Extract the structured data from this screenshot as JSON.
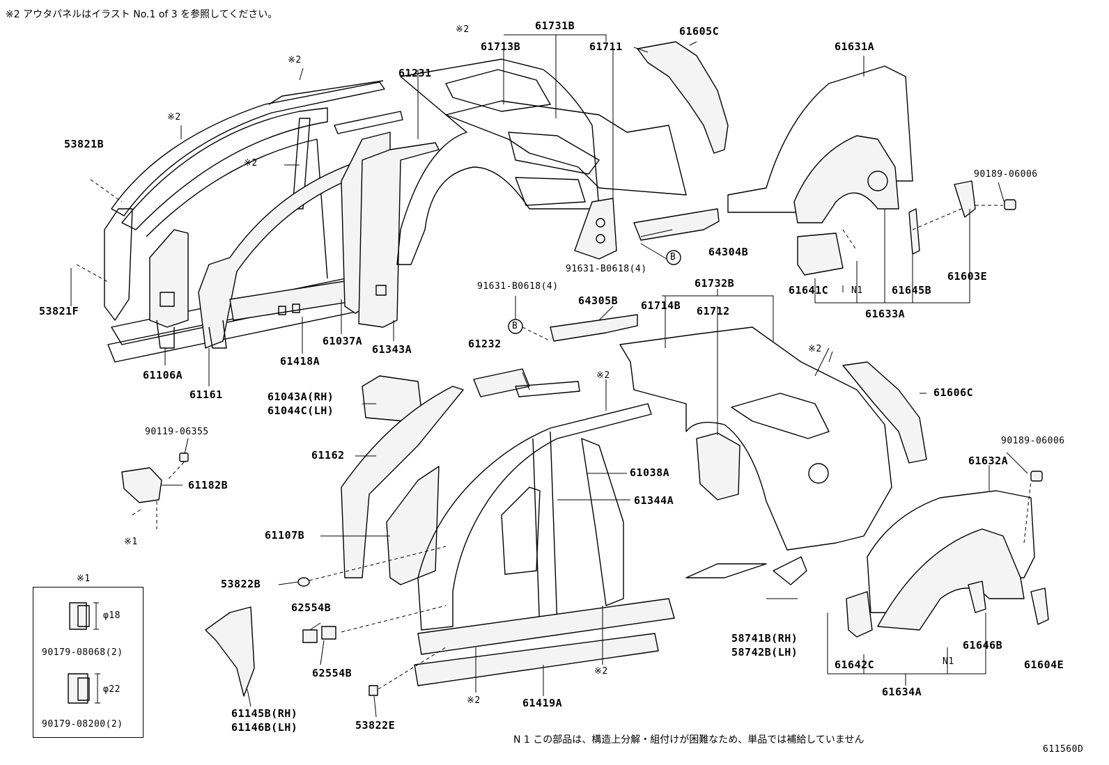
{
  "header_note": "※2 アウタパネルはイラスト No.1 of 3 を参照してください。",
  "footer_note": "N 1 この部品は、構造上分解・組付けが困難なため、単品では補給していません",
  "figure_code": "611560D",
  "marker_b": "B",
  "legend": {
    "title": "※1",
    "items": [
      {
        "diameter": "φ18",
        "part": "90179-08068(2)"
      },
      {
        "diameter": "φ22",
        "part": "90179-08200(2)"
      }
    ]
  },
  "labels": {
    "p53821B": "53821B",
    "p53821F": "53821F",
    "p61106A": "61106A",
    "p61161": "61161",
    "p61418A": "61418A",
    "p61037A": "61037A",
    "p61343A": "61343A",
    "p61231": "61231",
    "p61731B": "61731B",
    "p61713B": "61713B",
    "p61711": "61711",
    "p61605C": "61605C",
    "p61631A": "61631A",
    "p90189_06006a": "90189-06006",
    "p64304B": "64304B",
    "p91631a": "91631-B0618(4)",
    "p91631b": "91631-B0618(4)",
    "p64305B": "64305B",
    "p61732B": "61732B",
    "p61714B": "61714B",
    "p61712": "61712",
    "p61641C": "61641C",
    "pN1a": "N1",
    "p61645B": "61645B",
    "p61603E": "61603E",
    "p61633A": "61633A",
    "p61232": "61232",
    "p61043A": "61043A(RH)",
    "p61044C": "61044C(LH)",
    "p61606C": "61606C",
    "p90119_06355": "90119-06355",
    "p61182B": "61182B",
    "p61162": "61162",
    "p61038A": "61038A",
    "p61344A": "61344A",
    "p90189_06006b": "90189-06006",
    "p61632A": "61632A",
    "p61107B": "61107B",
    "p53822B": "53822B",
    "p62554B_top": "62554B",
    "p62554B_bot": "62554B",
    "p61145B": "61145B(RH)",
    "p61146B": "61146B(LH)",
    "p53822E": "53822E",
    "p61419A": "61419A",
    "p58741B": "58741B(RH)",
    "p58742B": "58742B(LH)",
    "p61642C": "61642C",
    "pN1b": "N1",
    "p61646B": "61646B",
    "p61604E": "61604E",
    "p61634A": "61634A"
  },
  "ref_marks": {
    "r2": "※2",
    "r1": "※1"
  }
}
